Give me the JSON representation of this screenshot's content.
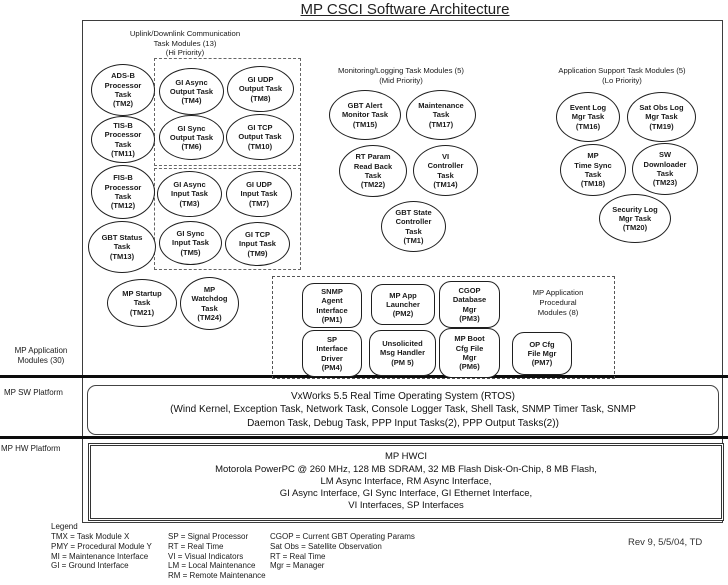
{
  "title": "MP CSCI Software Architecture",
  "side_labels": {
    "app_modules": "MP Application\nModules (30)",
    "sw_platform": "MP SW Platform",
    "hw_platform": "MP HW Platform"
  },
  "groups": {
    "uplink": "Uplink/Downlink Communication\nTask Modules (13)\n(Hi Priority)",
    "monitoring": "Monitoring/Logging Task Modules (5)\n(Mid Priority)",
    "app_support": "Application Support Task Modules (5)\n(Lo Priority)",
    "procedural": "MP Application\nProcedural\nModules (8)"
  },
  "tasks": {
    "tm2": "ADS-B\nProcessor\nTask\n(TM2)",
    "tm11": "TIS-B\nProcessor\nTask\n(TM11)",
    "tm12": "FIS-B\nProcessor\nTask\n(TM12)",
    "tm13": "GBT Status\nTask\n(TM13)",
    "tm4": "GI Async\nOutput Task\n(TM4)",
    "tm8": "GI UDP\nOutput Task\n(TM8)",
    "tm6": "GI Sync\nOutput Task\n(TM6)",
    "tm10": "GI TCP\nOutput Task\n(TM10)",
    "tm3": "GI Async\nInput Task\n(TM3)",
    "tm7": "GI UDP\nInput Task\n(TM7)",
    "tm5": "GI Sync\nInput Task\n(TM5)",
    "tm9": "GI TCP\nInput Task\n(TM9)",
    "tm21": "MP Startup\nTask\n(TM21)",
    "tm24": "MP\nWatchdog\nTask\n(TM24)",
    "tm15": "GBT Alert\nMonitor Task\n(TM15)",
    "tm17": "Maintenance\nTask\n(TM17)",
    "tm22": "RT Param\nRead Back\nTask\n(TM22)",
    "tm14": "VI\nController\nTask\n(TM14)",
    "tm1": "GBT State\nController\nTask\n(TM1)",
    "tm16": "Event Log\nMgr Task\n(TM16)",
    "tm19": "Sat Obs Log\nMgr Task\n(TM19)",
    "tm18": "MP\nTime Sync\nTask\n(TM18)",
    "tm23": "SW\nDownloader\nTask\n(TM23)",
    "tm20": "Security Log\nMgr Task\n(TM20)"
  },
  "modules": {
    "pm1": "SNMP\nAgent\nInterface\n(PM1)",
    "pm2": "MP App\nLauncher\n(PM2)",
    "pm3": "CGOP\nDatabase\nMgr\n(PM3)",
    "pm4": "SP\nInterface\nDriver\n(PM4)",
    "pm5": "Unsolicited\nMsg Handler\n(PM 5)",
    "pm6": "MP Boot\nCfg File\nMgr\n(PM6)",
    "pm7": "OP Cfg\nFile Mgr\n(PM7)"
  },
  "sw_platform": {
    "text": "VxWorks 5.5 Real Time Operating System (RTOS)\n(Wind Kernel, Exception Task, Network Task, Console Logger Task, Shell Task, SNMP Timer Task, SNMP\nDaemon Task, Debug Task, PPP Input Tasks(2), PPP Output Tasks(2))"
  },
  "hw_platform": {
    "text": "MP HWCI\nMotorola PowerPC @ 260 MHz, 128 MB SDRAM, 32 MB Flash Disk-On-Chip, 8 MB Flash,\nLM Async Interface, RM Async Interface,\nGI Async Interface, GI Sync Interface, GI Ethernet Interface,\nVI Interfaces, SP Interfaces"
  },
  "legend": {
    "title": "Legend",
    "col1": "TMX = Task Module X\nPMY = Procedural Module Y\nMI = Maintenance Interface\nGI = Ground Interface",
    "col2": "SP = Signal Processor\nRT = Real Time\nVI = Visual Indicators\nLM = Local Maintenance\nRM = Remote Maintenance",
    "col3": "CGOP = Current GBT Operating Params\nSat Obs = Satellite Observation\nRT = Real Time\nMgr = Manager"
  },
  "revision": "Rev 9, 5/5/04, TD"
}
